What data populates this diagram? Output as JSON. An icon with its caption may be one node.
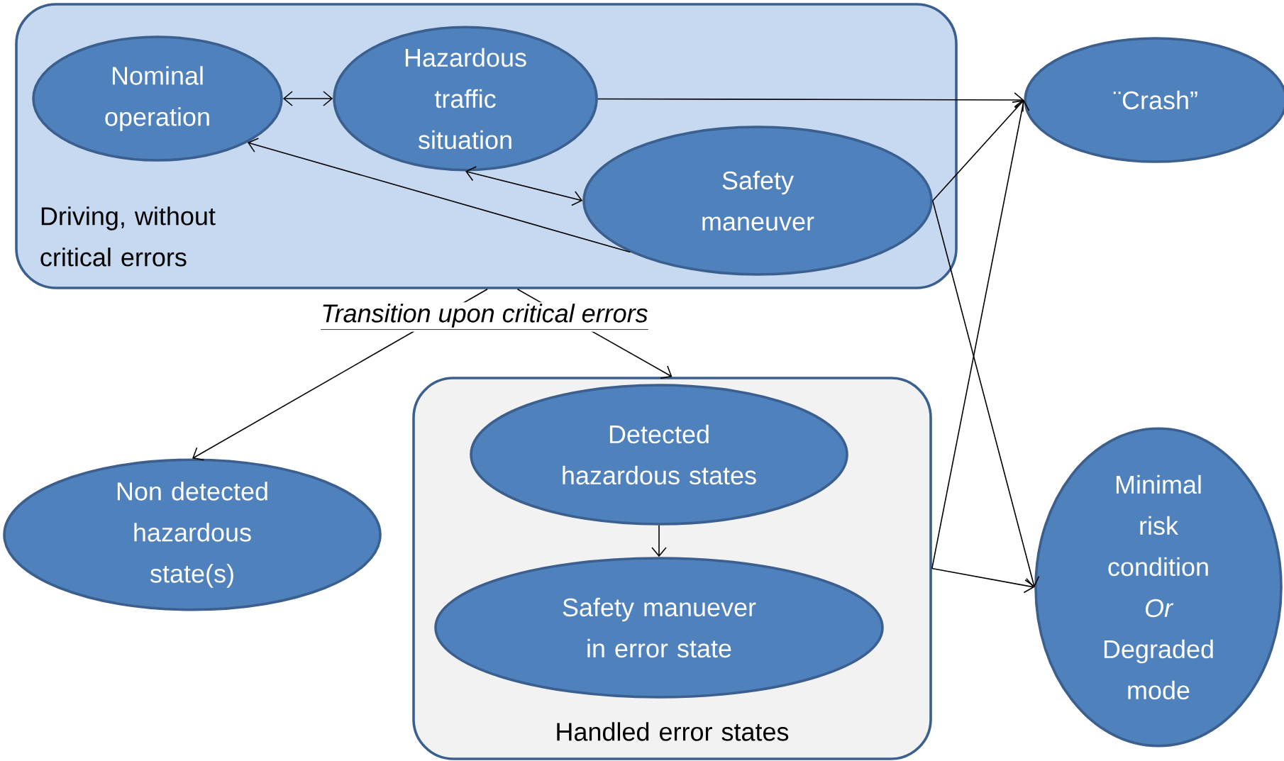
{
  "diagram": {
    "nodes": [
      {
        "text": [
          "Driving, without critical errors"
        ]
      },
      {
        "text": [
          "Nominal operation"
        ],
        "in": 0
      },
      {
        "text": [
          "Hazardous traffic situation"
        ],
        "in": 0
      },
      {
        "text": [
          "Safety maneuver"
        ],
        "in": 0
      },
      {
        "text": [
          "¨Crash”"
        ]
      },
      {
        "text": [
          "Non detected hazardous state(s)"
        ]
      },
      {
        "text": [
          "Handled error states"
        ]
      },
      {
        "text": [
          "Detected hazardous states"
        ],
        "in": 6
      },
      {
        "text": [
          "Safety manuever in error state"
        ],
        "in": 6
      },
      {
        "text": [
          "Minimal risk condition *Or* Degraded mode"
        ]
      }
    ],
    "edges": [
      {
        "from": 1,
        "to": 2,
        "arrow": "both"
      },
      {
        "from": 2,
        "to": 4,
        "arrow": "to"
      },
      {
        "from": 2,
        "to": 3,
        "arrow": "both"
      },
      {
        "from": 3,
        "to": 1,
        "arrow": "to"
      },
      {
        "from": 3,
        "to": 4,
        "arrow": "to"
      },
      {
        "from": 3,
        "to": 9,
        "arrow": "to"
      },
      {
        "from": 0,
        "to": 5,
        "arrow": "to"
      },
      {
        "from": 0,
        "to": 6,
        "arrow": "to"
      },
      {
        "from": 7,
        "to": 8,
        "arrow": "to"
      },
      {
        "from": 6,
        "to": 4,
        "arrow": "to"
      },
      {
        "from": 6,
        "to": 9,
        "arrow": "to"
      }
    ],
    "labels": [
      "Transition upon critical errors"
    ]
  }
}
